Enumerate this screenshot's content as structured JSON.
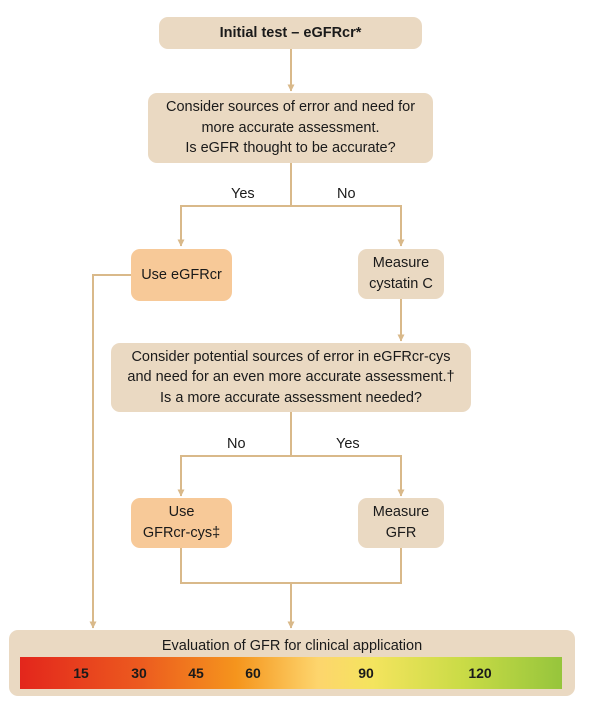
{
  "flowchart": {
    "initial_test": "Initial test – eGFRcr*",
    "question1": {
      "line1": "Consider sources of error and need for",
      "line2": "more accurate assessment.",
      "line3": "Is eGFR thought to be accurate?"
    },
    "branch1_yes": "Yes",
    "branch1_no": "No",
    "use_egfrcr": "Use eGFRcr",
    "measure_cystatin": {
      "line1": "Measure",
      "line2": "cystatin C"
    },
    "question2": {
      "line1": "Consider potential sources of error in eGFRcr-cys",
      "line2": "and need for an even more accurate assessment.†",
      "line3": "Is a more accurate assessment needed?"
    },
    "branch2_no": "No",
    "branch2_yes": "Yes",
    "use_gfrcr_cys": {
      "line1": "Use",
      "line2": "GFRcr-cys‡"
    },
    "measure_gfr": {
      "line1": "Measure",
      "line2": "GFR"
    },
    "evaluation": {
      "title": "Evaluation of GFR for clinical application",
      "scale_values": [
        15,
        30,
        45,
        60,
        90,
        120
      ]
    }
  },
  "colors": {
    "box_beige": "#ead9c2",
    "box_orange": "#f7c998",
    "connector": "#d9b98a",
    "scale_low": "#e3261c",
    "scale_mid": "#fdd56d",
    "scale_high": "#96c53c"
  }
}
